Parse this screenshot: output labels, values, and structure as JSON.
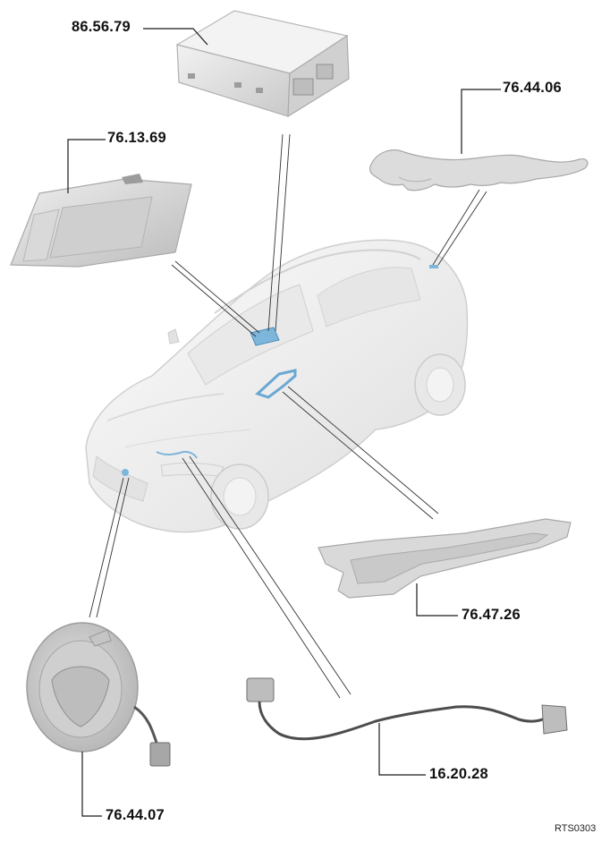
{
  "parts": [
    {
      "id": "top-module",
      "label": "86.56.79"
    },
    {
      "id": "jaguar-leaper",
      "label": "76.44.06"
    },
    {
      "id": "roof-lamp",
      "label": "76.13.69"
    },
    {
      "id": "console-trim",
      "label": "76.47.26"
    },
    {
      "id": "front-badge",
      "label": "76.44.07"
    },
    {
      "id": "harness",
      "label": "16.20.28"
    }
  ],
  "reference_code": "RTS0303",
  "colors": {
    "leader": "#1a1a1a",
    "part_fill": "#e4e4e4",
    "part_shade": "#bdbdbd",
    "car_fill": "#f1f1f1",
    "car_line": "#c8c8c8",
    "highlight": "#7db6db"
  }
}
